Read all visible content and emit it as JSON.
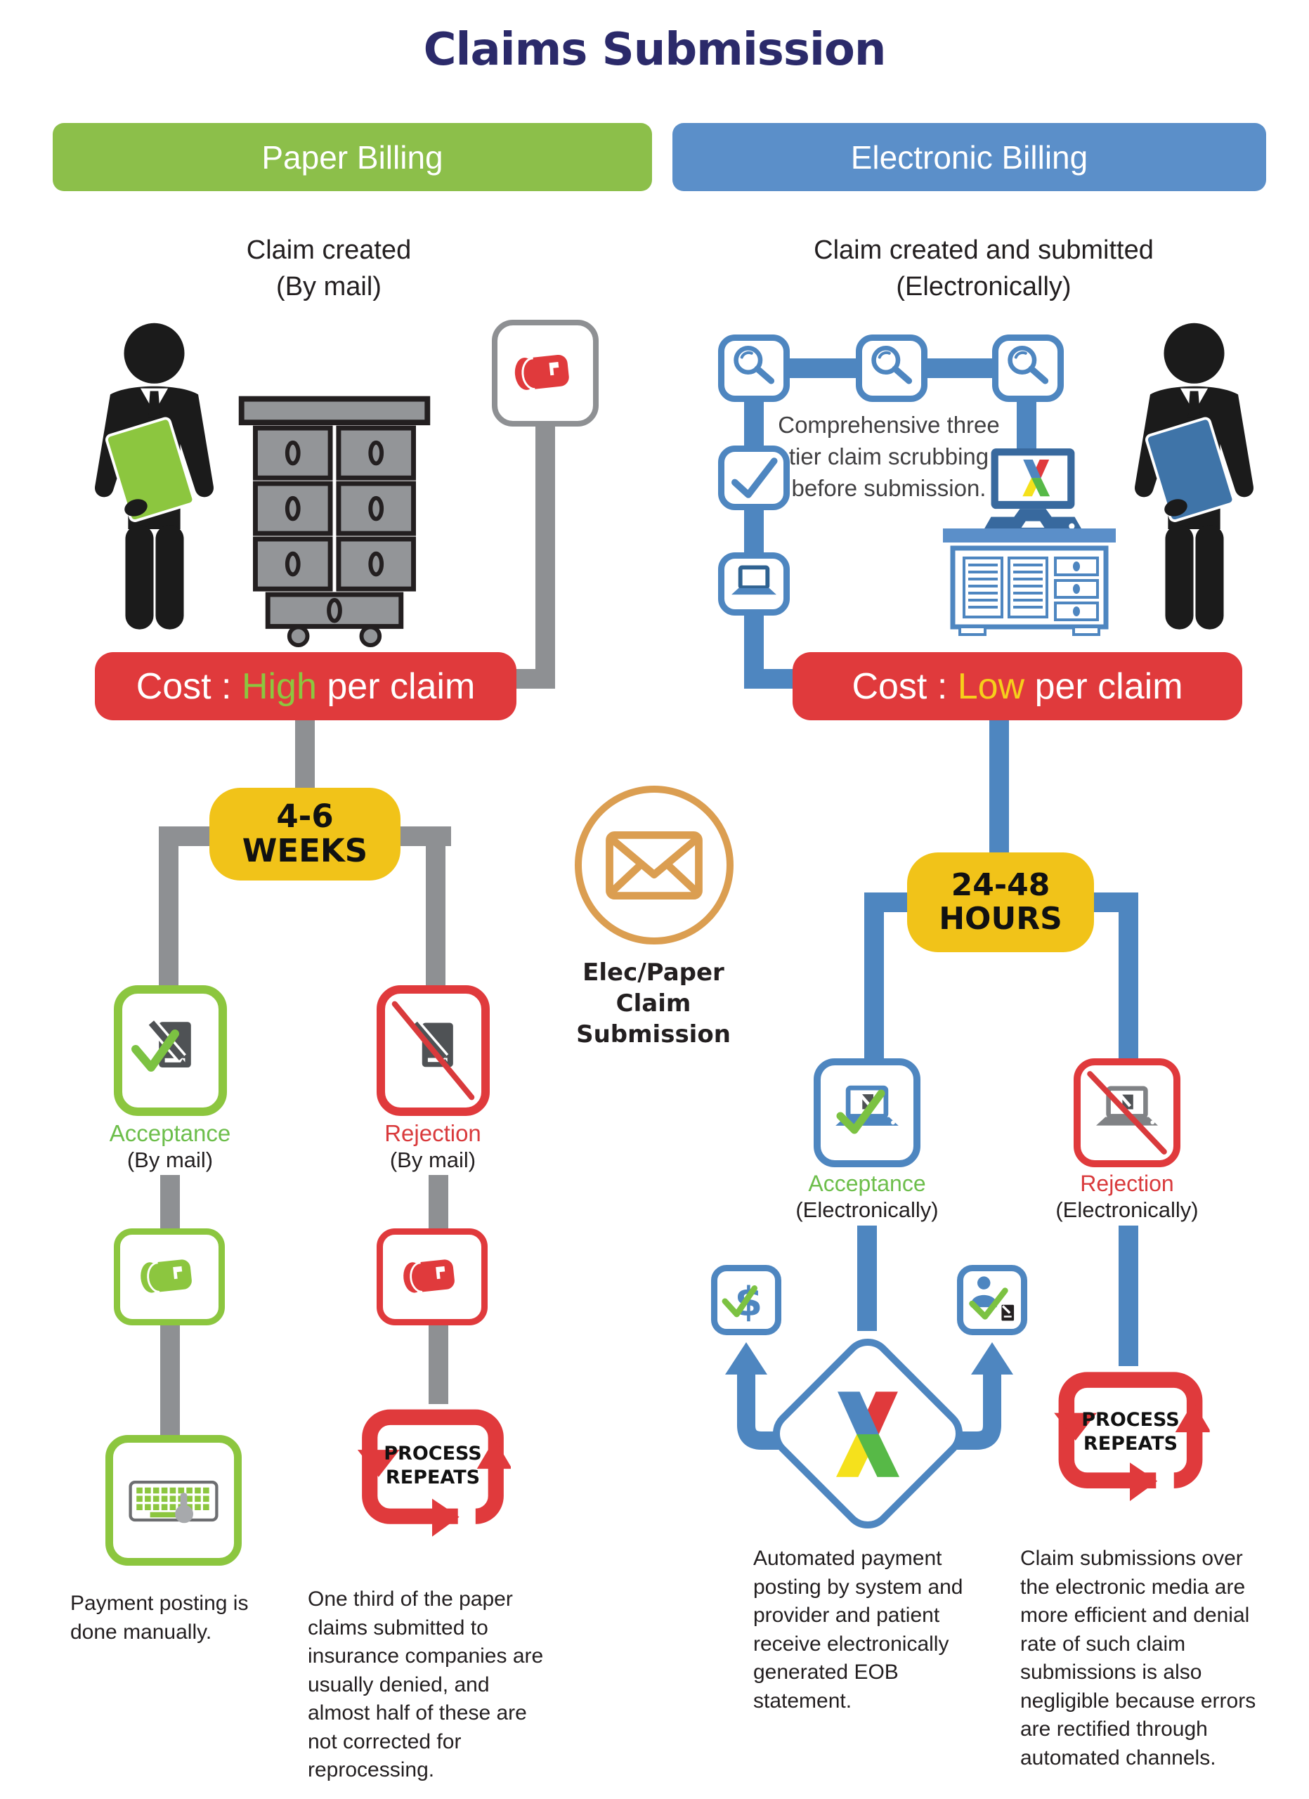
{
  "title": "Claims Submission",
  "colors": {
    "navy": "#2b2a6a",
    "header_green": "#8cbf4a",
    "header_blue": "#5b8fc9",
    "red": "#e03a3c",
    "green": "#8cc63f",
    "blue": "#4e86c0",
    "yellow": "#f1c319",
    "gray_connector": "#8e9093",
    "orange": "#db9e51"
  },
  "icons": [
    "person-clipboard-icon",
    "file-cabinet-icon",
    "mailbox-icon",
    "magnifier-icon",
    "check-icon",
    "laptop-icon",
    "monitor-x-logo-icon",
    "desk-cabinet-icon",
    "document-pen-check-icon",
    "document-pen-icon",
    "keyboard-hand-icon",
    "envelope-icon",
    "dollar-check-icon",
    "patient-check-icon",
    "x-logo-icon",
    "process-loop-icon",
    "arrow-up-icon"
  ],
  "paper": {
    "header": "Paper Billing",
    "claim_line1": "Claim created",
    "claim_line2": "(By mail)",
    "cost_prefix": "Cost : ",
    "cost_value": "High",
    "cost_suffix": " per claim",
    "duration_line1": "4-6",
    "duration_line2": "WEEKS",
    "acceptance_label": "Acceptance",
    "acceptance_sub": "(By mail)",
    "rejection_label": "Rejection",
    "rejection_sub": "(By mail)",
    "payment_note": "Payment posting is done manually.",
    "process_line1": "PROCESS",
    "process_line2": "REPEATS",
    "rejection_note": "One third of the paper claims submitted to insurance companies are usually denied, and almost half of these are not corrected for reprocessing."
  },
  "electronic": {
    "header": "Electronic Billing",
    "claim_line1": "Claim created and submitted",
    "claim_line2": "(Electronically)",
    "scrub_note": "Comprehensive three tier claim scrubbing before submission.",
    "cost_prefix": "Cost : ",
    "cost_value": "Low",
    "cost_suffix": " per claim",
    "duration_line1": "24-48",
    "duration_line2": "HOURS",
    "acceptance_label": "Acceptance",
    "acceptance_sub": "(Electronically)",
    "rejection_label": "Rejection",
    "rejection_sub": "(Electronically)",
    "process_line1": "PROCESS",
    "process_line2": "REPEATS",
    "payment_note": "Automated payment posting by system and provider and patient receive electronically generated EOB statement.",
    "rejection_note": "Claim submissions over the electronic media are more efficient and denial rate of such claim submissions is also negligible because errors are rectified through automated channels."
  },
  "middle": {
    "label_line1": "Elec/Paper",
    "label_line2": "Claim Submission"
  }
}
